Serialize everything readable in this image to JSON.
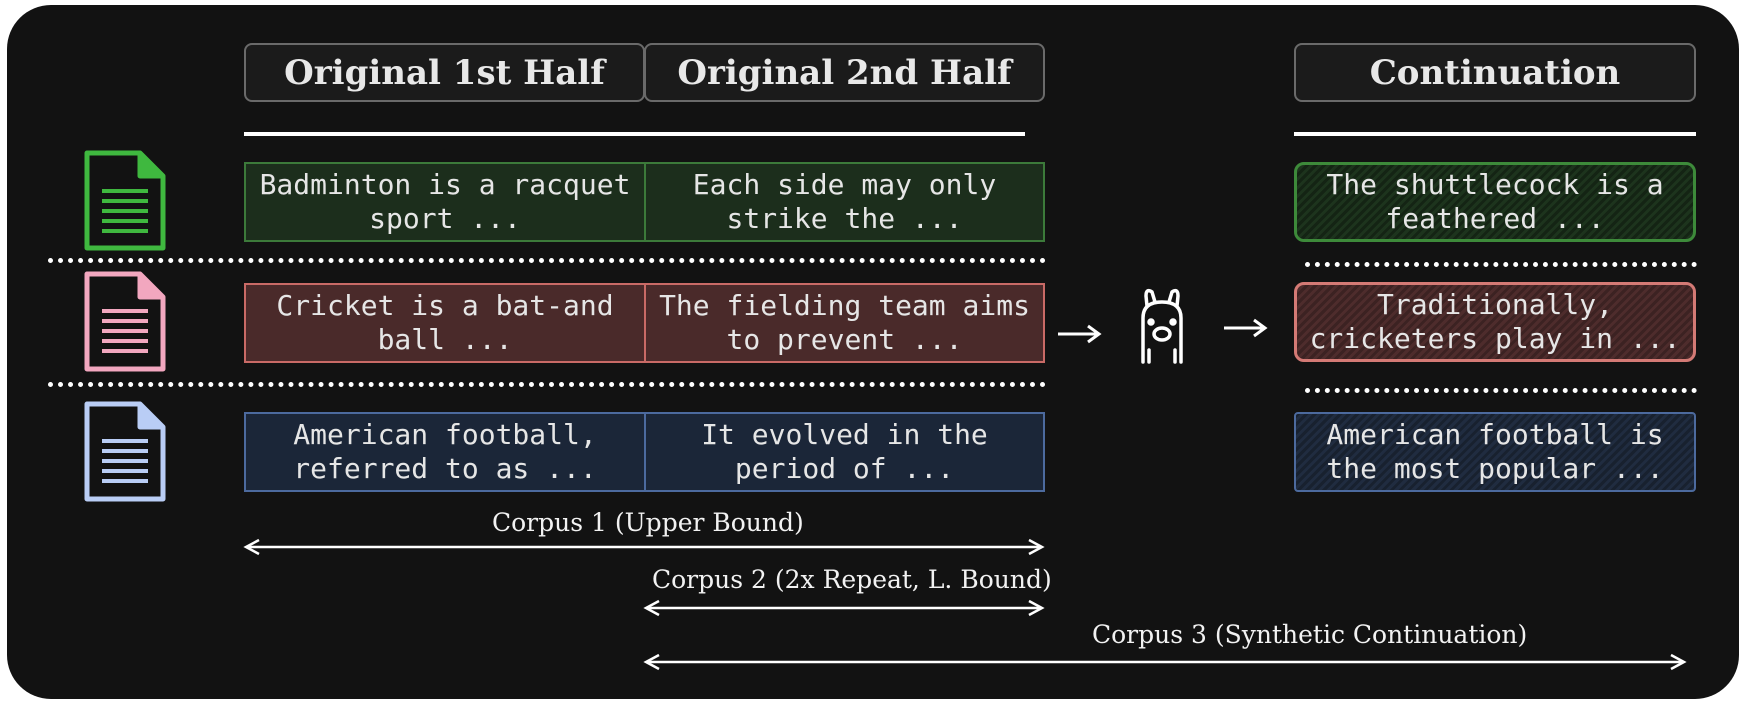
{
  "headers": {
    "first_half": "Original 1st Half",
    "second_half": "Original 2nd Half",
    "continuation": "Continuation"
  },
  "rows": [
    {
      "color": "#3fb83f",
      "first_half": "Badminton is a racquet\nsport ...",
      "second_half": "Each side may only\nstrike the ...",
      "continuation": "The shuttlecock is a\nfeathered ..."
    },
    {
      "color": "#f2a7bf",
      "first_half": "Cricket is a bat-and\nball ...",
      "second_half": "The fielding team aims\nto prevent ...",
      "continuation": "Traditionally,\ncricketers play in ..."
    },
    {
      "color": "#b9cdf5",
      "first_half": "American football,\nreferred to as ...",
      "second_half": "It evolved in the\nperiod of ...",
      "continuation": "American football is\nthe most popular ..."
    }
  ],
  "corpora": [
    {
      "label": "Corpus 1 (Upper Bound)"
    },
    {
      "label": "Corpus 2 (2x Repeat, L. Bound)"
    },
    {
      "label": "Corpus 3 (Synthetic Continuation)"
    }
  ],
  "icons": {
    "document": "document-icon",
    "model": "llama-icon",
    "arrow": "arrow-right-icon"
  }
}
